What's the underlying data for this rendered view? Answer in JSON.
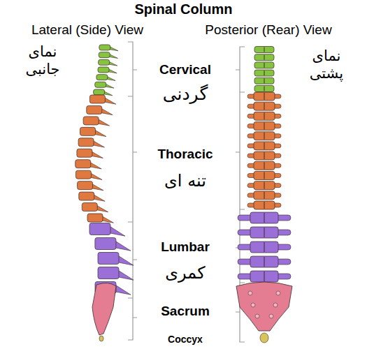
{
  "diagram": {
    "title": "Spinal Column",
    "labels": [
      "Lateral (Side) View",
      "Posterior (Rear) View",
      "نمای جانبی",
      "نمای پشتی",
      "Cervical",
      "گردنی",
      "Thoracic",
      "تنه ای",
      "Lumbar",
      "کمری",
      "Sacrum",
      "Coccyx"
    ]
  }
}
